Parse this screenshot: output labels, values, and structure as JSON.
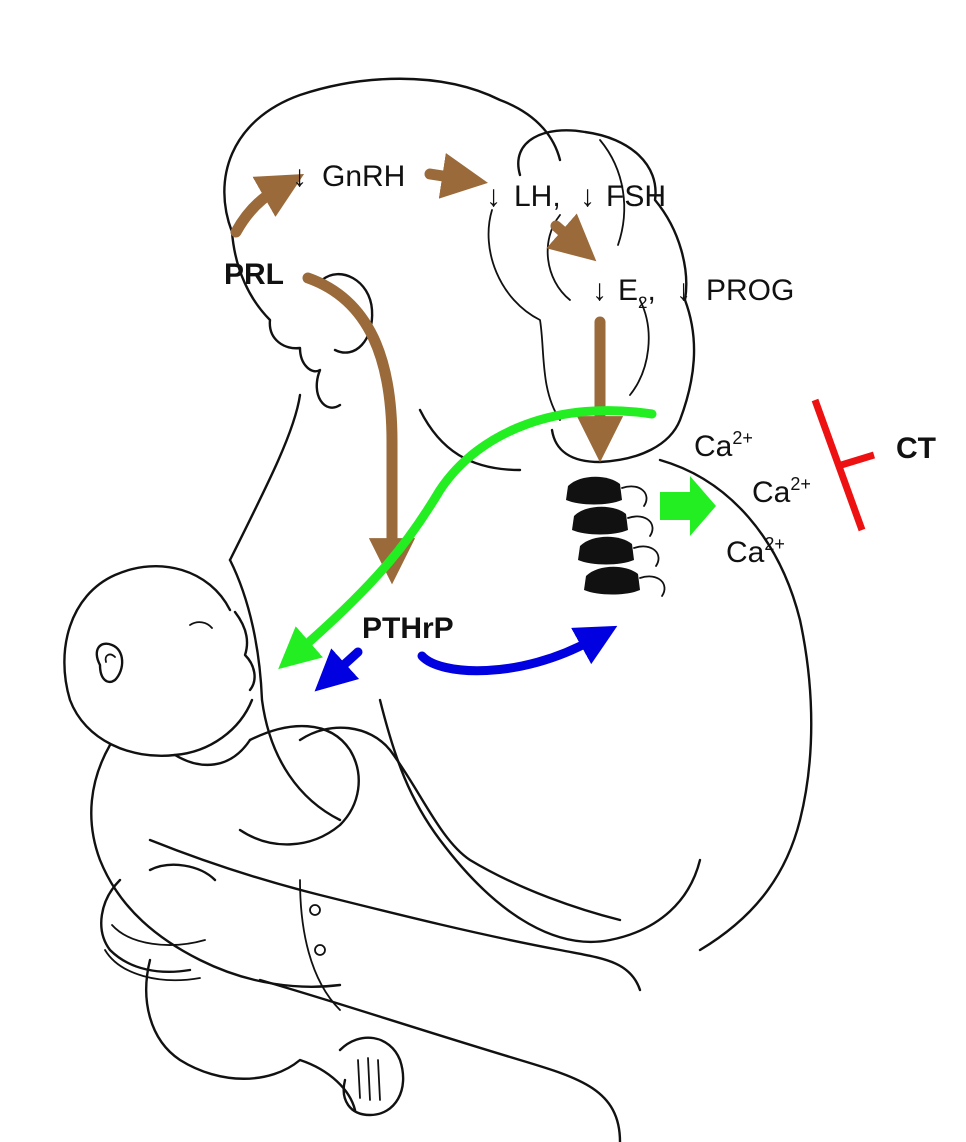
{
  "labels": {
    "prl": "PRL",
    "gnrh": "GnRH",
    "lh": "LH,",
    "fsh": "FSH",
    "e2_base": "E",
    "e2_sub": "2",
    "e2_comma": ",",
    "prog": "PROG",
    "pthrp": "PTHrP",
    "ca_base": "Ca",
    "ca_sup": "2+",
    "ct": "CT",
    "down_arrow": "↓"
  },
  "colors": {
    "brown_arrow": "#9a6a3a",
    "green_arrow": "#22ee22",
    "blue_arrow": "#0000e0",
    "red_inhibit": "#ee1111",
    "line_art": "#111111"
  },
  "icons": {
    "stimulation": "brown-arrow-icon",
    "calcium_flow": "green-arrow-icon",
    "pthrp_action": "blue-arrow-icon",
    "inhibition": "red-t-bar-icon"
  }
}
